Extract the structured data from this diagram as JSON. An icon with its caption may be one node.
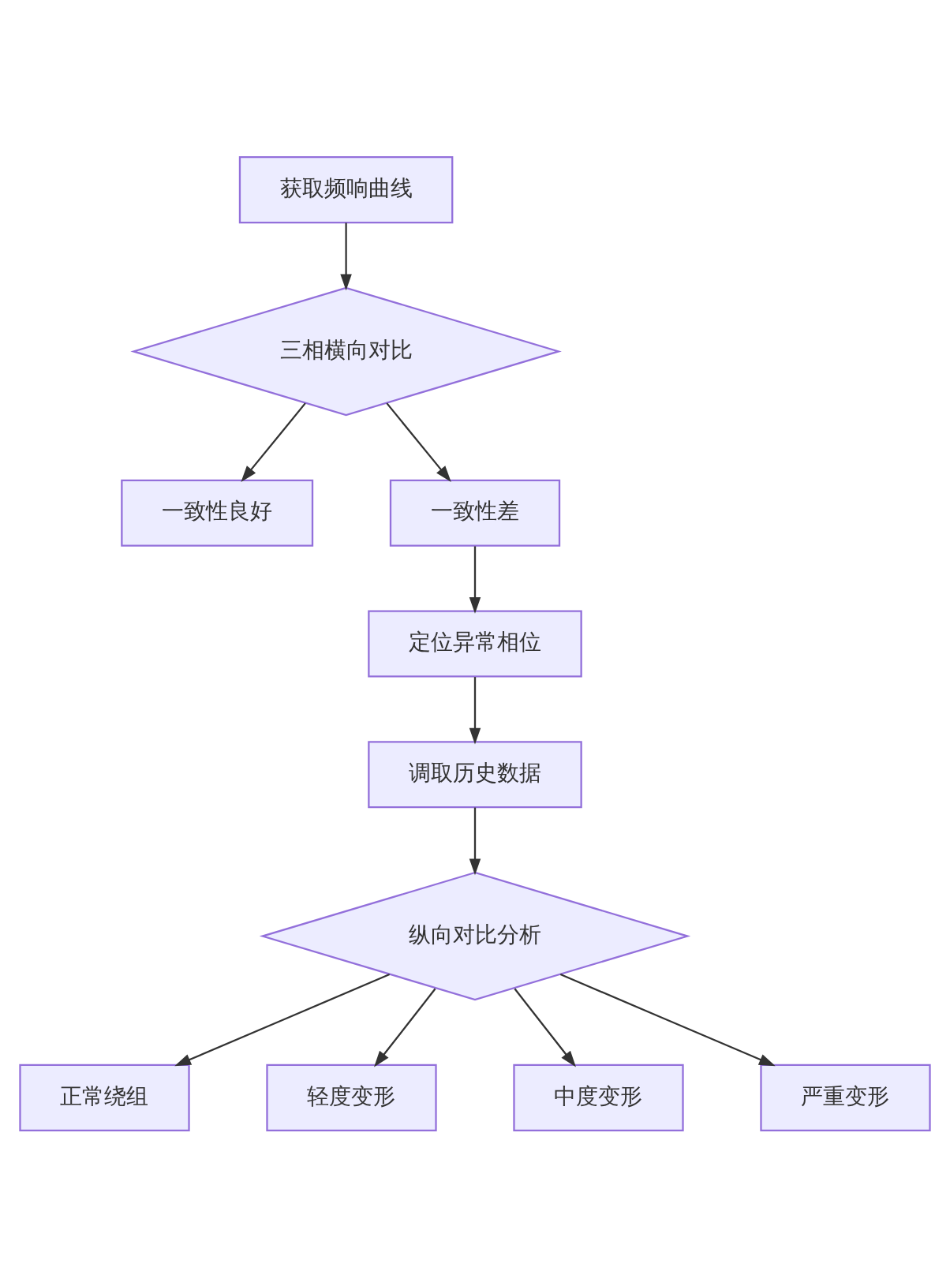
{
  "diagram": {
    "nodes": [
      {
        "text": [
          "获取频响曲线"
        ]
      },
      {
        "text": [
          "三相横向对比"
        ]
      },
      {
        "text": [
          "一致性良好"
        ]
      },
      {
        "text": [
          "一致性差"
        ]
      },
      {
        "text": [
          "定位异常相位"
        ]
      },
      {
        "text": [
          "调取历史数据"
        ]
      },
      {
        "text": [
          "纵向对比分析"
        ]
      },
      {
        "text": [
          "正常绕组"
        ]
      },
      {
        "text": [
          "轻度变形"
        ]
      },
      {
        "text": [
          "中度变形"
        ]
      },
      {
        "text": [
          "严重变形"
        ]
      }
    ],
    "edges": [
      {
        "from": 0,
        "to": 1,
        "arrow": "to"
      },
      {
        "from": 1,
        "to": 2,
        "arrow": "to"
      },
      {
        "from": 1,
        "to": 3,
        "arrow": "to"
      },
      {
        "from": 3,
        "to": 4,
        "arrow": "to"
      },
      {
        "from": 4,
        "to": 5,
        "arrow": "to"
      },
      {
        "from": 5,
        "to": 6,
        "arrow": "to"
      },
      {
        "from": 6,
        "to": 7,
        "arrow": "to"
      },
      {
        "from": 6,
        "to": 8,
        "arrow": "to"
      },
      {
        "from": 6,
        "to": 9,
        "arrow": "to"
      },
      {
        "from": 6,
        "to": 10,
        "arrow": "to"
      }
    ]
  }
}
